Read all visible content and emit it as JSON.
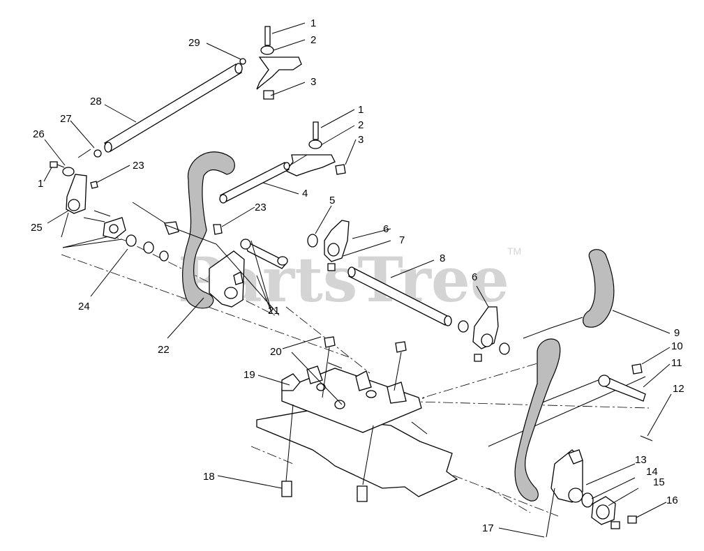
{
  "watermark": {
    "text": "PartsTree",
    "trademark": "TM"
  },
  "labels": [
    "1",
    "2",
    "3",
    "1",
    "2",
    "3",
    "4",
    "5",
    "6",
    "7",
    "8",
    "6",
    "9",
    "10",
    "11",
    "12",
    "13",
    "14",
    "15",
    "16",
    "17",
    "18",
    "19",
    "20",
    "21",
    "22",
    "23",
    "23",
    "24",
    "25",
    "26",
    "27",
    "28",
    "29",
    "1"
  ]
}
